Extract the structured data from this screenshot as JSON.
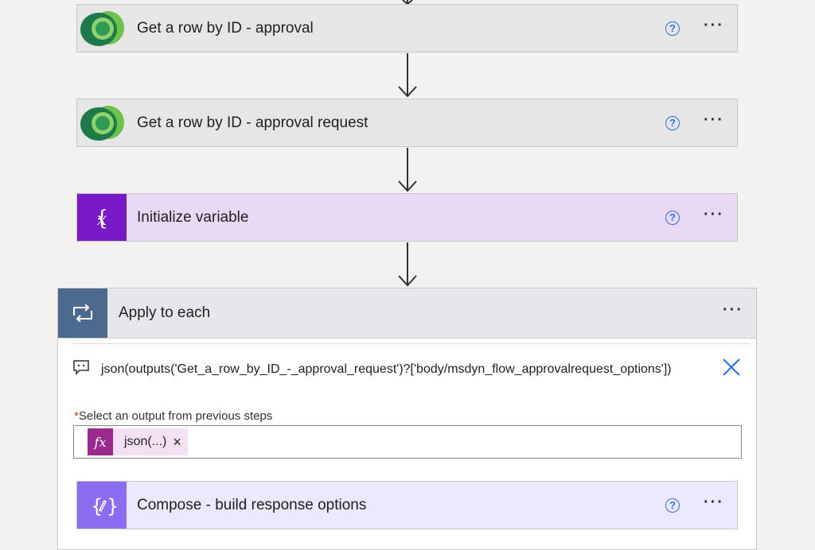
{
  "steps": [
    {
      "title": "Get a row by ID - approval",
      "icon": "dataverse-icon"
    },
    {
      "title": "Get a row by ID - approval request",
      "icon": "dataverse-icon"
    },
    {
      "title": "Initialize variable",
      "icon": "variable-icon"
    }
  ],
  "apply_to_each": {
    "title": "Apply to each",
    "expression": "json(outputs('Get_a_row_by_ID_-_approval_request')?['body/msdyn_flow_approvalrequest_options'])",
    "required_mark": "*",
    "field_label": "Select an output from previous steps",
    "token_label": "json(...)",
    "token_remove": "×",
    "fx_label": "fx"
  },
  "inner_step": {
    "title": "Compose - build response options",
    "icon": "compose-icon"
  },
  "help_glyph": "?",
  "more_glyph": "···",
  "colors": {
    "dataverse_dark": "#0b5a3a",
    "dataverse_light": "#6cc24a",
    "variable": "#7719c7",
    "compose": "#8c6cf0",
    "loop": "#4c6a8e",
    "help": "#2f6fe4"
  }
}
